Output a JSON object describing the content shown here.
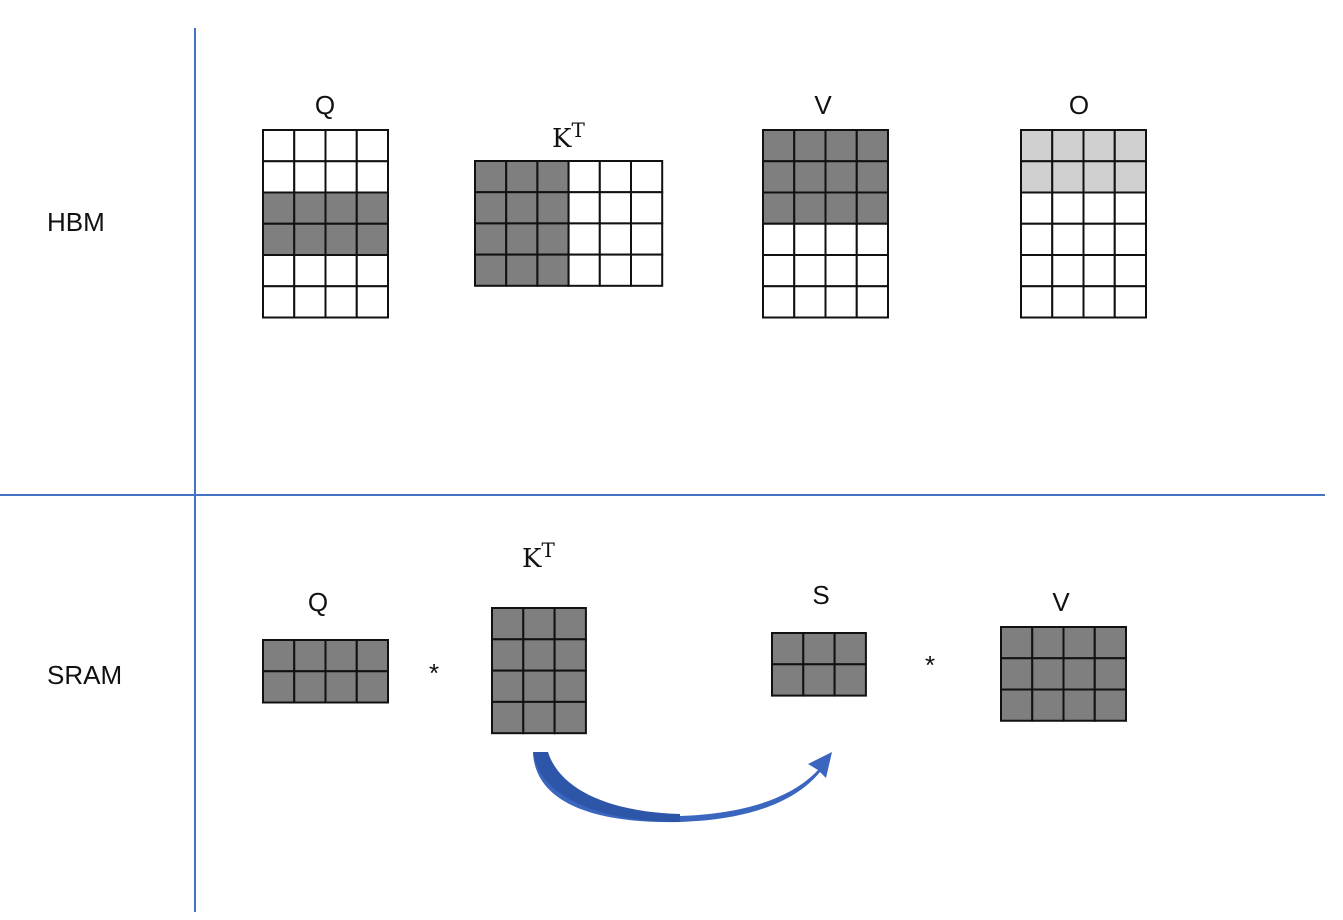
{
  "sections": {
    "hbm": "HBM",
    "sram": "SRAM"
  },
  "colors": {
    "divider": "#4472c4",
    "dark": "#7f7f7f",
    "light": "#d0d0d0",
    "empty": "#ffffff",
    "arrow": "#3a66c0"
  },
  "hbm": {
    "q": {
      "label": "Q",
      "rows": 6,
      "cols": 4,
      "cells": [
        "eeee",
        "eeee",
        "dddd",
        "dddd",
        "eeee",
        "eeee"
      ]
    },
    "kt": {
      "label": "K",
      "sup": "T",
      "rows": 4,
      "cols": 6,
      "cells": [
        "dddeee",
        "dddeee",
        "dddeee",
        "dddeee"
      ]
    },
    "v": {
      "label": "V",
      "rows": 6,
      "cols": 4,
      "cells": [
        "dddd",
        "dddd",
        "dddd",
        "eeee",
        "eeee",
        "eeee"
      ]
    },
    "o": {
      "label": "O",
      "rows": 6,
      "cols": 4,
      "cells": [
        "llll",
        "llll",
        "eeee",
        "eeee",
        "eeee",
        "eeee"
      ]
    }
  },
  "sram": {
    "q": {
      "label": "Q",
      "rows": 2,
      "cols": 4,
      "cells": [
        "dddd",
        "dddd"
      ]
    },
    "kt": {
      "label": "K",
      "sup": "T",
      "rows": 4,
      "cols": 3,
      "cells": [
        "ddd",
        "ddd",
        "ddd",
        "ddd"
      ]
    },
    "s": {
      "label": "S",
      "rows": 2,
      "cols": 3,
      "cells": [
        "ddd",
        "ddd"
      ]
    },
    "v": {
      "label": "V",
      "rows": 3,
      "cols": 4,
      "cells": [
        "dddd",
        "dddd",
        "dddd"
      ]
    },
    "op1": "*",
    "op2": "*"
  }
}
